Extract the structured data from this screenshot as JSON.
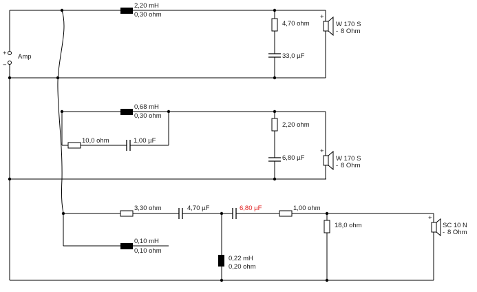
{
  "amp": {
    "label": "Amp",
    "plus": "+",
    "minus": "−"
  },
  "branch1": {
    "inductor": {
      "inductance": "2,20 mH",
      "resistance": "0,30 ohm"
    },
    "resistor": "4,70 ohm",
    "capacitor": "33,0 µF",
    "speaker": {
      "model": "W 170 S",
      "impedance": "8 Ohm",
      "plus": "+",
      "minus": "-"
    }
  },
  "branch2": {
    "inductor": {
      "inductance": "0,68 mH",
      "resistance": "0,30 ohm"
    },
    "series_resistor": "10,0 ohm",
    "series_capacitor": "1,00 µF",
    "resistor": "2,20 ohm",
    "capacitor": "6,80 µF",
    "speaker": {
      "model": "W 170 S",
      "impedance": "8 Ohm",
      "plus": "+",
      "minus": "-"
    }
  },
  "branch3": {
    "resistor_in": "3,30 ohm",
    "capacitor_1": "4,70 µF",
    "capacitor_2": "6,80 µF",
    "resistor_series": "1,00 ohm",
    "resistor_shunt": "18,0 ohm",
    "inductor_open": {
      "inductance": "0,10 mH",
      "resistance": "0,10 ohm"
    },
    "inductor_shunt": {
      "inductance": "0,22 mH",
      "resistance": "0,20 ohm"
    },
    "speaker": {
      "model": "SC 10 N",
      "impedance": "8 Ohm",
      "plus": "+",
      "minus": "-"
    }
  },
  "colors": {
    "highlight": "#e01b1b",
    "wire": "#000000"
  }
}
